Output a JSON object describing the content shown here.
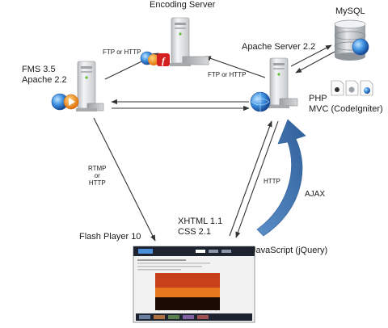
{
  "nodes": {
    "encoding_server": {
      "label": "Encoding Server"
    },
    "mysql": {
      "label": "MySQL"
    },
    "fms": {
      "line1": "FMS 3.5",
      "line2": "Apache 2.2"
    },
    "apache": {
      "label": "Apache Server 2.2"
    },
    "php": {
      "line1": "PHP",
      "line2": "MVC (CodeIgniter)"
    },
    "flash_player": {
      "label": "Flash Player 10"
    },
    "web": {
      "line1": "XHTML 1.1",
      "line2": "CSS 2.1"
    },
    "javascript": {
      "label": "JavaScript (jQuery)"
    }
  },
  "edges": {
    "ftp_fms_encoding": "FTP or HTTP",
    "ftp_apache_encoding": "FTP or HTTP",
    "rtmp": {
      "line1": "RTMP",
      "line2": "or",
      "line3": "HTTP"
    },
    "http": "HTTP",
    "ajax": "AJAX"
  },
  "icons": [
    "server-tower-icon",
    "database-icon",
    "globe-icon",
    "play-icon",
    "flash-icon",
    "php-files-icon",
    "webpage-screenshot-icon"
  ],
  "colors": {
    "arrow": "#333333",
    "ajax_arrow": "#4a78b0",
    "globe": "#2a7fd4",
    "play": "#f08a00",
    "flash": "#d42020",
    "db": "#9aa0a6"
  }
}
